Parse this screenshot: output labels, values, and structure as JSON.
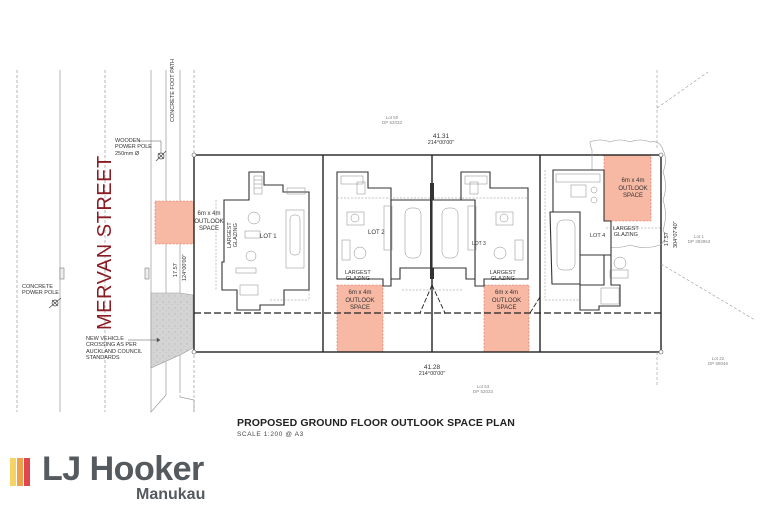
{
  "plan": {
    "title": "PROPOSED GROUND FLOOR OUTLOOK SPACE PLAN",
    "scale": "SCALE 1:200 @ A3",
    "street_name": "MERVAN STREET",
    "footpath_label": "CONCRETE FOOT PATH",
    "annotations": {
      "wooden_pole": [
        "WOODEN",
        "POWER POLE",
        "250mm Ø"
      ],
      "concrete_pole": [
        "CONCRETE",
        "POWER POLE"
      ],
      "vehicle_crossing": [
        "NEW VEHICLE",
        "CROSSING AS PER",
        "AUCKLAND COUNCIL",
        "STANDARDS"
      ]
    },
    "dimensions": {
      "top": {
        "length": "41.31",
        "bearing": "214°00'00\""
      },
      "bottom": {
        "length": "41.28",
        "bearing": "214°00'00\""
      },
      "left": {
        "length": "17.57",
        "bearing": "124°00'00\""
      },
      "right": {
        "length": "17.57",
        "bearing": "304°07'40\""
      }
    },
    "neighbours": {
      "top": {
        "lot": "Lot 50",
        "dp": "DP 52033"
      },
      "bottom": {
        "lot": "Lot 53",
        "dp": "DP 52033"
      },
      "right_upper": {
        "lot": "Lot 1",
        "dp": "DP 383953"
      },
      "right_lower": {
        "lot": "Lot 22",
        "dp": "DP 68046"
      }
    },
    "lots": [
      {
        "label": "LOT 1",
        "outlook": [
          "6m x 4m",
          "OUTLOOK",
          "SPACE"
        ],
        "glazing": [
          "LARGEST",
          "GLAZING"
        ]
      },
      {
        "label": "LOT 2",
        "outlook": [
          "6m x 4m",
          "OUTLOOK",
          "SPACE"
        ],
        "glazing": [
          "LARGEST",
          "GLAZING"
        ]
      },
      {
        "label": "LOT 3",
        "outlook": [
          "6m x 4m",
          "OUTLOOK",
          "SPACE"
        ],
        "glazing": [
          "LARGEST",
          "GLAZING"
        ]
      },
      {
        "label": "LOT 4",
        "outlook": [
          "6m x 4m",
          "OUTLOOK",
          "SPACE"
        ],
        "glazing": [
          "LARGEST",
          "GLAZING"
        ]
      }
    ],
    "colors": {
      "outlook_fill": "#f7b8a4",
      "outlook_stroke": "#d9735c",
      "street_text": "#8b1c24",
      "boundary": "#222222"
    }
  },
  "logo": {
    "brand": "LJ Hooker",
    "office": "Manukau",
    "bar_colors": [
      "#f6d365",
      "#f0a04b",
      "#e0464f"
    ]
  }
}
